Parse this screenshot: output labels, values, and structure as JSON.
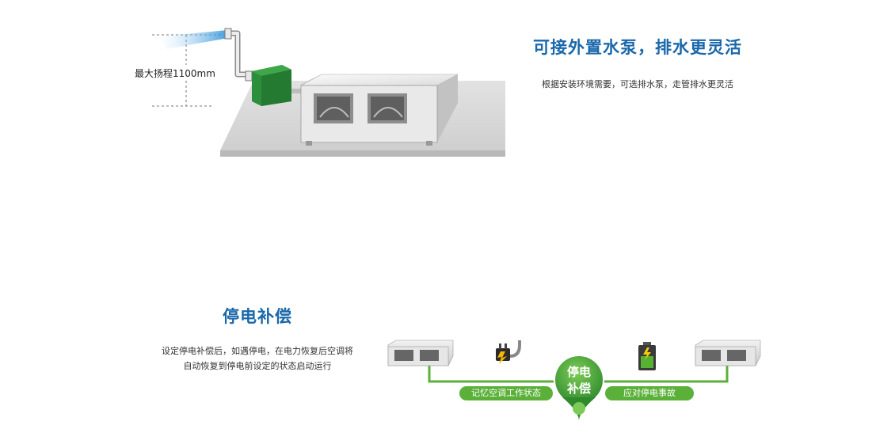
{
  "pump_section": {
    "title": "可接外置水泵，排水更灵活",
    "description": "根据安装环境需要，可选排水泵，走管排水更灵活",
    "lift_label": "最大扬程1100mm"
  },
  "power_section": {
    "title": "停电补偿",
    "description_line1": "设定停电补偿后，如遇停电，在电力恢复后空调将",
    "description_line2": "自动恢复到停电前设定的状态启动运行",
    "badge_line1": "停电",
    "badge_line2": "补偿",
    "left_pill": "记忆空调工作状态",
    "right_pill": "应对停电事故"
  },
  "colors": {
    "title_blue": "#1a68aa",
    "brand_green": "#5bb039",
    "unit_green": "#2d8f3b"
  },
  "icons": [
    "plug-icon",
    "battery-icon",
    "water-spray-icon"
  ]
}
